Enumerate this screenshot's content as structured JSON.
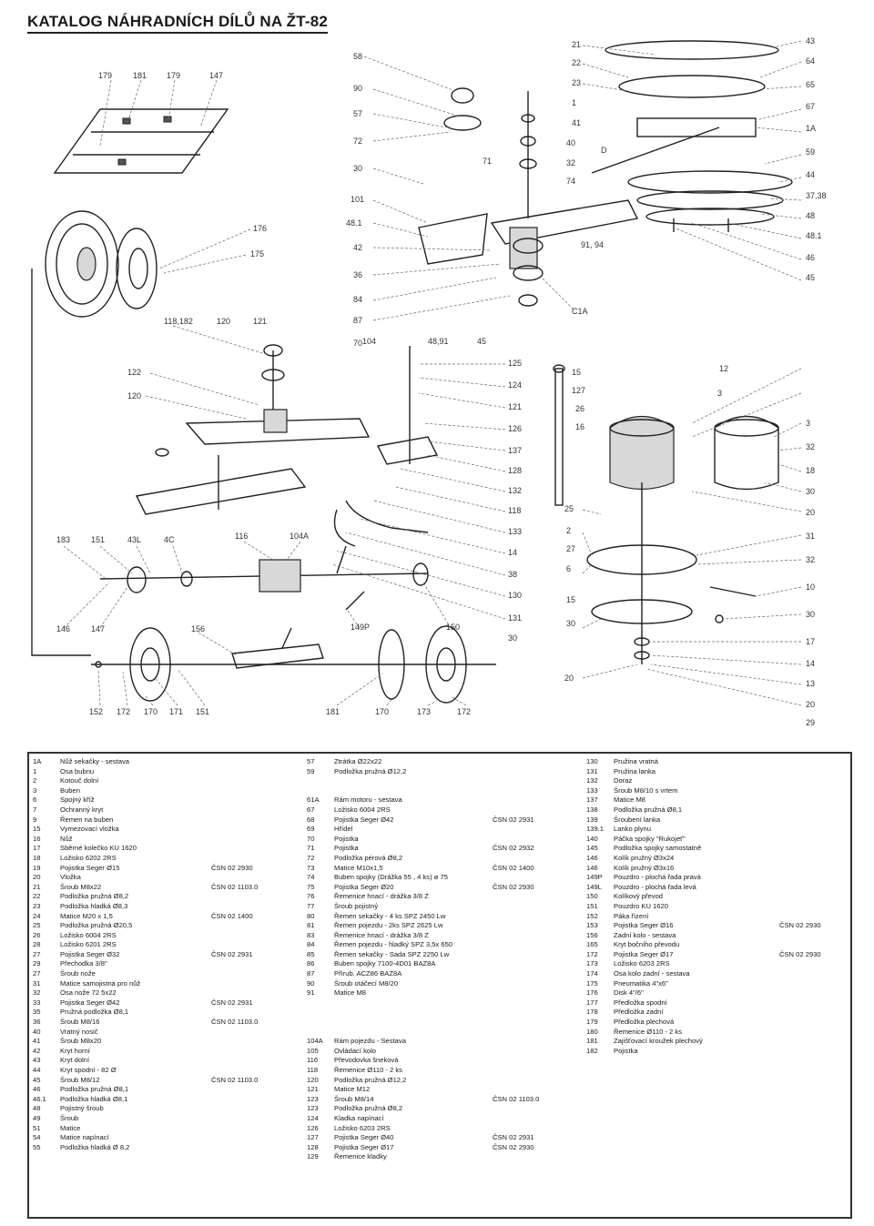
{
  "title": "KATALOG NÁHRADNÍCH DÍLŮ NA ŽT-82",
  "callouts": [
    {
      "id": "c1",
      "text": "179"
    },
    {
      "id": "c2",
      "text": "181"
    },
    {
      "id": "c3",
      "text": "179"
    },
    {
      "id": "c4",
      "text": "147"
    },
    {
      "id": "c5",
      "text": "176"
    },
    {
      "id": "c6",
      "text": "175"
    },
    {
      "id": "c7",
      "text": "118,182"
    },
    {
      "id": "c8",
      "text": "120"
    },
    {
      "id": "c9",
      "text": "121"
    },
    {
      "id": "c10",
      "text": "122"
    },
    {
      "id": "c11",
      "text": "120"
    },
    {
      "id": "c12",
      "text": "183"
    },
    {
      "id": "c13",
      "text": "151"
    },
    {
      "id": "c14",
      "text": "43L"
    },
    {
      "id": "c15",
      "text": "4C"
    },
    {
      "id": "c16",
      "text": "116"
    },
    {
      "id": "c17",
      "text": "104A"
    },
    {
      "id": "c18",
      "text": "146"
    },
    {
      "id": "c19",
      "text": "147"
    },
    {
      "id": "c20",
      "text": "156"
    },
    {
      "id": "c21",
      "text": "149P"
    },
    {
      "id": "c22",
      "text": "150"
    },
    {
      "id": "c23",
      "text": "152"
    },
    {
      "id": "c24",
      "text": "172"
    },
    {
      "id": "c25",
      "text": "170"
    },
    {
      "id": "c26",
      "text": "171"
    },
    {
      "id": "c27",
      "text": "151"
    },
    {
      "id": "c28",
      "text": "181"
    },
    {
      "id": "c29",
      "text": "170"
    },
    {
      "id": "c30",
      "text": "173"
    },
    {
      "id": "c31",
      "text": "172"
    },
    {
      "id": "c32",
      "text": "58"
    },
    {
      "id": "c33",
      "text": "90"
    },
    {
      "id": "c34",
      "text": "57"
    },
    {
      "id": "c35",
      "text": "72"
    },
    {
      "id": "c36",
      "text": "30"
    },
    {
      "id": "c37",
      "text": "101"
    },
    {
      "id": "c38",
      "text": "48.1"
    },
    {
      "id": "c39",
      "text": "42"
    },
    {
      "id": "c40",
      "text": "36"
    },
    {
      "id": "c41",
      "text": "84"
    },
    {
      "id": "c42",
      "text": "87"
    },
    {
      "id": "c43",
      "text": "70"
    },
    {
      "id": "c44",
      "text": "71"
    },
    {
      "id": "c45",
      "text": "21"
    },
    {
      "id": "c46",
      "text": "22"
    },
    {
      "id": "c47",
      "text": "23"
    },
    {
      "id": "c48",
      "text": "1"
    },
    {
      "id": "c49",
      "text": "41"
    },
    {
      "id": "c50",
      "text": "40"
    },
    {
      "id": "c51",
      "text": "32"
    },
    {
      "id": "c52",
      "text": "74"
    },
    {
      "id": "c53",
      "text": "D"
    },
    {
      "id": "c54",
      "text": "43"
    },
    {
      "id": "c55",
      "text": "64"
    },
    {
      "id": "c56",
      "text": "65"
    },
    {
      "id": "c57",
      "text": "67"
    },
    {
      "id": "c58",
      "text": "1A"
    },
    {
      "id": "c59",
      "text": "59"
    },
    {
      "id": "c60",
      "text": "44"
    },
    {
      "id": "c61",
      "text": "37,38"
    },
    {
      "id": "c62",
      "text": "48"
    },
    {
      "id": "c63",
      "text": "48.1"
    },
    {
      "id": "c64",
      "text": "46"
    },
    {
      "id": "c65",
      "text": "45"
    },
    {
      "id": "c66",
      "text": "91, 94"
    },
    {
      "id": "c67",
      "text": "C1A"
    },
    {
      "id": "c68",
      "text": "104"
    },
    {
      "id": "c69",
      "text": "48,91"
    },
    {
      "id": "c70",
      "text": "45"
    },
    {
      "id": "c71",
      "text": "125"
    },
    {
      "id": "c72",
      "text": "124"
    },
    {
      "id": "c73",
      "text": "121"
    },
    {
      "id": "c74",
      "text": "126"
    },
    {
      "id": "c75",
      "text": "137"
    },
    {
      "id": "c76",
      "text": "128"
    },
    {
      "id": "c77",
      "text": "132"
    },
    {
      "id": "c78",
      "text": "118"
    },
    {
      "id": "c79",
      "text": "133"
    },
    {
      "id": "c80",
      "text": "14"
    },
    {
      "id": "c81",
      "text": "38"
    },
    {
      "id": "c82",
      "text": "130"
    },
    {
      "id": "c83",
      "text": "131"
    },
    {
      "id": "c84",
      "text": "30"
    },
    {
      "id": "c85",
      "text": "15"
    },
    {
      "id": "c86",
      "text": "127"
    },
    {
      "id": "c87",
      "text": "26"
    },
    {
      "id": "c88",
      "text": "16"
    },
    {
      "id": "c89",
      "text": "12"
    },
    {
      "id": "c90",
      "text": "3"
    },
    {
      "id": "c91",
      "text": "3"
    },
    {
      "id": "c92",
      "text": "32"
    },
    {
      "id": "c93",
      "text": "18"
    },
    {
      "id": "c94",
      "text": "30"
    },
    {
      "id": "c95",
      "text": "20"
    },
    {
      "id": "c96",
      "text": "25"
    },
    {
      "id": "c97",
      "text": "2"
    },
    {
      "id": "c98",
      "text": "27"
    },
    {
      "id": "c99",
      "text": "6"
    },
    {
      "id": "c100",
      "text": "31"
    },
    {
      "id": "c101",
      "text": "32"
    },
    {
      "id": "c102",
      "text": "10"
    },
    {
      "id": "c103",
      "text": "15"
    },
    {
      "id": "c104",
      "text": "30"
    },
    {
      "id": "c105",
      "text": "30"
    },
    {
      "id": "c106",
      "text": "17"
    },
    {
      "id": "c107",
      "text": "14"
    },
    {
      "id": "c108",
      "text": "13"
    },
    {
      "id": "c109",
      "text": "20"
    },
    {
      "id": "c110",
      "text": "29"
    },
    {
      "id": "c111",
      "text": "20"
    }
  ],
  "parts_columns": [
    [
      {
        "no": "1A",
        "name": "Nůž sekačky - sestava",
        "norm": ""
      },
      {
        "no": "1",
        "name": "Osa bubnu",
        "norm": ""
      },
      {
        "no": "2",
        "name": "Kotouč dolní",
        "norm": ""
      },
      {
        "no": "3",
        "name": "Buben",
        "norm": ""
      },
      {
        "no": "6",
        "name": "Spojný kříž",
        "norm": ""
      },
      {
        "no": "7",
        "name": "Ochranný kryt",
        "norm": ""
      },
      {
        "no": "9",
        "name": "Řemen na buben",
        "norm": ""
      },
      {
        "no": "15",
        "name": "Vymezovací vložka",
        "norm": ""
      },
      {
        "no": "16",
        "name": "Nůž",
        "norm": ""
      },
      {
        "no": "17",
        "name": "Sběrné kolečko KU 1620",
        "norm": ""
      },
      {
        "no": "18",
        "name": "Ložisko 6202 2RS",
        "norm": ""
      },
      {
        "no": "19",
        "name": "Pojistka Seger Ø15",
        "norm": "ČSN 02 2930"
      },
      {
        "no": "20",
        "name": "Vložka",
        "norm": ""
      },
      {
        "no": "21",
        "name": "Šroub M8x22",
        "norm": "ČSN 02 1103.0"
      },
      {
        "no": "22",
        "name": "Podložka pružná Ø8,2",
        "norm": ""
      },
      {
        "no": "23",
        "name": "Podložka hladká Ø8,3",
        "norm": ""
      },
      {
        "no": "24",
        "name": "Matice M20 x 1,5",
        "norm": "ČSN 02 1400"
      },
      {
        "no": "25",
        "name": "Podložka pružná Ø20,5",
        "norm": ""
      },
      {
        "no": "26",
        "name": "Ložisko 6004 2RS",
        "norm": ""
      },
      {
        "no": "28",
        "name": "Ložisko 6201 2RS",
        "norm": ""
      },
      {
        "no": "27",
        "name": "Pojistka Seger Ø32",
        "norm": "ČSN 02 2931"
      },
      {
        "no": "29",
        "name": "Přechodka 3/8\"",
        "norm": ""
      },
      {
        "no": "27",
        "name": "Šroub nože",
        "norm": ""
      },
      {
        "no": "31",
        "name": "Matice samojistná pro nůž",
        "norm": ""
      },
      {
        "no": "32",
        "name": "Osa nože 72 5x22",
        "norm": ""
      },
      {
        "no": "33",
        "name": "Pojistka Seger Ø42",
        "norm": "ČSN 02 2931"
      },
      {
        "no": "35",
        "name": "Pružná podložka Ø8,1",
        "norm": ""
      },
      {
        "no": "36",
        "name": "Šroub M8/16",
        "norm": "ČSN 02 1103.0"
      },
      {
        "no": "40",
        "name": "Vratný nosič",
        "norm": ""
      },
      {
        "no": "41",
        "name": "Šroub M8x20",
        "norm": ""
      },
      {
        "no": "42",
        "name": "Kryt horní",
        "norm": ""
      },
      {
        "no": "43",
        "name": "Kryt dolní",
        "norm": ""
      },
      {
        "no": "44",
        "name": "Kryt spodní - 82 Ø",
        "norm": ""
      },
      {
        "no": "45",
        "name": "Šroub M8/12",
        "norm": "ČSN 02 1103.0"
      },
      {
        "no": "46",
        "name": "Podložka pružná Ø8,1",
        "norm": ""
      },
      {
        "no": "46.1",
        "name": "Podložka hladká Ø8,1",
        "norm": ""
      },
      {
        "no": "48",
        "name": "Pojistný šroub",
        "norm": ""
      },
      {
        "no": "49",
        "name": "Šroub",
        "norm": ""
      },
      {
        "no": "51",
        "name": "Matice",
        "norm": ""
      },
      {
        "no": "54",
        "name": "Matice napínací",
        "norm": ""
      },
      {
        "no": "55",
        "name": "Podložka hladká Ø 8,2",
        "norm": ""
      }
    ],
    [
      {
        "no": "57",
        "name": "Ztrátka Ø22x22",
        "norm": ""
      },
      {
        "no": "59",
        "name": "Podložka pružná Ø12,2",
        "norm": ""
      },
      {
        "no": "",
        "name": "",
        "norm": ""
      },
      {
        "no": "",
        "name": "",
        "norm": ""
      },
      {
        "no": "61A",
        "name": "Rám motoru - sestava",
        "norm": ""
      },
      {
        "no": "67",
        "name": "Ložisko 6004 2RS",
        "norm": ""
      },
      {
        "no": "68",
        "name": "Pojistka Seger Ø42",
        "norm": "ČSN 02 2931"
      },
      {
        "no": "69",
        "name": "Hřídel",
        "norm": ""
      },
      {
        "no": "70",
        "name": "Pojistka",
        "norm": ""
      },
      {
        "no": "71",
        "name": "Pojistka",
        "norm": "ČSN 02 2932"
      },
      {
        "no": "72",
        "name": "Podložka pérová Ø8,2",
        "norm": ""
      },
      {
        "no": "73",
        "name": "Matice M10x1,5",
        "norm": "ČSN 02 1400"
      },
      {
        "no": "74",
        "name": "Buben spojky (Drážka 55 , 4 ks) ø 75",
        "norm": ""
      },
      {
        "no": "75",
        "name": "Pojistka Seger Ø20",
        "norm": "ČSN 02 2930"
      },
      {
        "no": "76",
        "name": "Řemenice hnací - drážka 3/8 Z",
        "norm": ""
      },
      {
        "no": "77",
        "name": "Šroub pojistný",
        "norm": ""
      },
      {
        "no": "80",
        "name": "Řemen sekačky - 4 ks SPZ 2450 Lw",
        "norm": ""
      },
      {
        "no": "81",
        "name": "Řemen pojezdu - 2ks SPZ 2625 Lw",
        "norm": ""
      },
      {
        "no": "83",
        "name": "Řemenice hnací - drážka 3/8 Z",
        "norm": ""
      },
      {
        "no": "84",
        "name": "Řemen pojezdu - hladký SPZ 3,5x 650",
        "norm": ""
      },
      {
        "no": "85",
        "name": "Řemen sekačky - Sada SPZ 2250 Lw",
        "norm": ""
      },
      {
        "no": "86",
        "name": "Buben spojky 7100-4D01 BAZ8A",
        "norm": ""
      },
      {
        "no": "87",
        "name": "Přírub. ACZ86 BAZ8A",
        "norm": ""
      },
      {
        "no": "90",
        "name": "Šroub otáčecí M8/20",
        "norm": ""
      },
      {
        "no": "91",
        "name": "Matice M8",
        "norm": ""
      },
      {
        "no": "",
        "name": "",
        "norm": ""
      },
      {
        "no": "",
        "name": "",
        "norm": ""
      },
      {
        "no": "",
        "name": "",
        "norm": ""
      },
      {
        "no": "",
        "name": "",
        "norm": ""
      },
      {
        "no": "104A",
        "name": "Rám pojezdu - Sestava",
        "norm": ""
      },
      {
        "no": "105",
        "name": "Ovládací kolo",
        "norm": ""
      },
      {
        "no": "116",
        "name": "Převodovka šneková",
        "norm": ""
      },
      {
        "no": "118",
        "name": "Řemenice Ø110 - 2 ks",
        "norm": ""
      },
      {
        "no": "120",
        "name": "Podložka pružná Ø12,2",
        "norm": ""
      },
      {
        "no": "121",
        "name": "Matice M12",
        "norm": ""
      },
      {
        "no": "123",
        "name": "Šroub M8/14",
        "norm": "ČSN 02 1103.0"
      },
      {
        "no": "123",
        "name": "Podložka pružná Ø8,2",
        "norm": ""
      },
      {
        "no": "124",
        "name": "Kladka napínací",
        "norm": ""
      },
      {
        "no": "126",
        "name": "Ložisko 6203 2RS",
        "norm": ""
      },
      {
        "no": "127",
        "name": "Pojistka Seger Ø40",
        "norm": "ČSN 02 2931"
      },
      {
        "no": "128",
        "name": "Pojistka Seger Ø17",
        "norm": "ČSN 02 2930"
      },
      {
        "no": "129",
        "name": "Řemenice kladky",
        "norm": ""
      }
    ],
    [
      {
        "no": "130",
        "name": "Pružina vratná",
        "norm": ""
      },
      {
        "no": "131",
        "name": "Pružina lanka",
        "norm": ""
      },
      {
        "no": "132",
        "name": "Doraz",
        "norm": ""
      },
      {
        "no": "133",
        "name": "Šroub M8/10 s vrtem",
        "norm": ""
      },
      {
        "no": "137",
        "name": "Matice M8",
        "norm": ""
      },
      {
        "no": "138",
        "name": "Podložka pružná Ø8,1",
        "norm": ""
      },
      {
        "no": "139",
        "name": "Šroubení lanka",
        "norm": ""
      },
      {
        "no": "139.1",
        "name": "Lanko plynu",
        "norm": ""
      },
      {
        "no": "140",
        "name": "Páčka spojky \"Rukojeť\"",
        "norm": ""
      },
      {
        "no": "145",
        "name": "Podložka spojky samostatně",
        "norm": ""
      },
      {
        "no": "146",
        "name": "Kolík pružný Ø3x24",
        "norm": ""
      },
      {
        "no": "146",
        "name": "Kolík pružný Ø3x16",
        "norm": ""
      },
      {
        "no": "149P",
        "name": "Pouzdro - plochá řada pravá",
        "norm": ""
      },
      {
        "no": "149L",
        "name": "Pouzdro - plochá řada levá",
        "norm": ""
      },
      {
        "no": "150",
        "name": "Kolíkový převod",
        "norm": ""
      },
      {
        "no": "151",
        "name": "Pouzdro KU 1620",
        "norm": ""
      },
      {
        "no": "152",
        "name": "Páka řízení",
        "norm": ""
      },
      {
        "no": "153",
        "name": "Pojistka Seger Ø16",
        "norm": "ČSN 02 2930"
      },
      {
        "no": "156",
        "name": "Zadní kolo - sestava",
        "norm": ""
      },
      {
        "no": "165",
        "name": "Kryt bočního převodu",
        "norm": ""
      },
      {
        "no": "172",
        "name": "Pojistka Seger Ø17",
        "norm": "ČSN 02 2930"
      },
      {
        "no": "173",
        "name": "Ložisko 6203 2RS",
        "norm": ""
      },
      {
        "no": "174",
        "name": "Osa kolo zadní - sestava",
        "norm": ""
      },
      {
        "no": "175",
        "name": "Pneumatika 4\"x6\"",
        "norm": ""
      },
      {
        "no": "176",
        "name": "Disk 4\"/6\"",
        "norm": ""
      },
      {
        "no": "177",
        "name": "Předložka spodní",
        "norm": ""
      },
      {
        "no": "178",
        "name": "Předložka zadní",
        "norm": ""
      },
      {
        "no": "179",
        "name": "Předložka plechová",
        "norm": ""
      },
      {
        "no": "180",
        "name": "Řemenice Ø110 - 2 ks",
        "norm": ""
      },
      {
        "no": "181",
        "name": "Zajišťovací kroužek plechový",
        "norm": ""
      },
      {
        "no": "182",
        "name": "Pojistka",
        "norm": ""
      }
    ]
  ]
}
